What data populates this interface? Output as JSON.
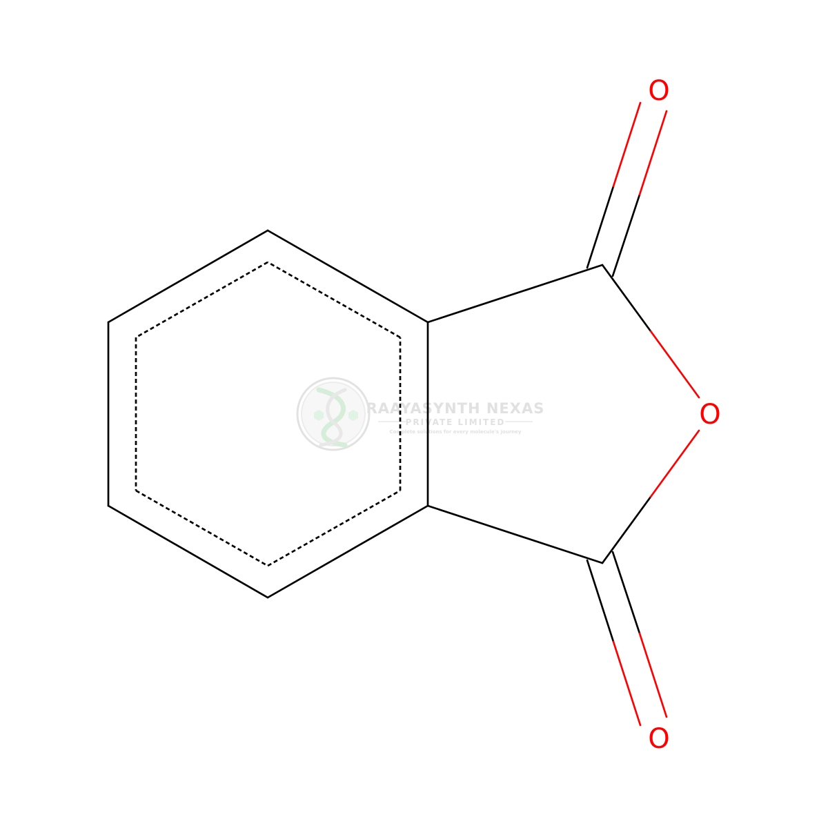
{
  "molecule": {
    "atoms": [
      {
        "id": "O1",
        "element": "O",
        "label": "O",
        "color": "#ff0000"
      },
      {
        "id": "O2",
        "element": "O",
        "label": "O",
        "color": "#ff0000"
      },
      {
        "id": "O3",
        "element": "O",
        "label": "O",
        "color": "#ff0000"
      }
    ],
    "bond_color": "#000000",
    "heteroatom_color": "#ff0000"
  },
  "watermark": {
    "title": "RAAYASYNTH NEXAS",
    "subtitle": "PRIVATE LIMITED",
    "tagline": "Complete solutions for every molecule's journey",
    "logo_icon": "dna-helix-logo-icon",
    "color": "#c9c9c9",
    "accent_color": "#a8d8b0"
  }
}
